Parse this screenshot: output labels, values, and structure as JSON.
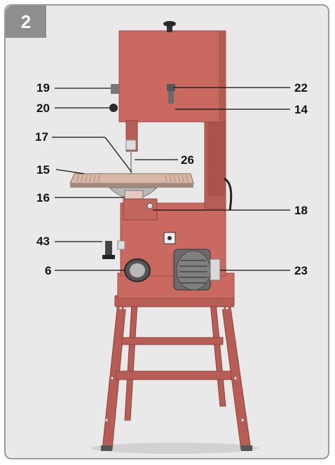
{
  "figure_number": "2",
  "callouts": {
    "c19": "19",
    "c20": "20",
    "c17": "17",
    "c15": "15",
    "c16": "16",
    "c43": "43",
    "c6": "6",
    "c22": "22",
    "c14": "14",
    "c26": "26",
    "c18": "18",
    "c23": "23"
  },
  "colors": {
    "machine_red": "#c9695f",
    "machine_dark": "#9e4a43",
    "table_tan": "#d9b7a6",
    "motor_gray": "#6b6b6b",
    "background": "#e9e9e9"
  }
}
